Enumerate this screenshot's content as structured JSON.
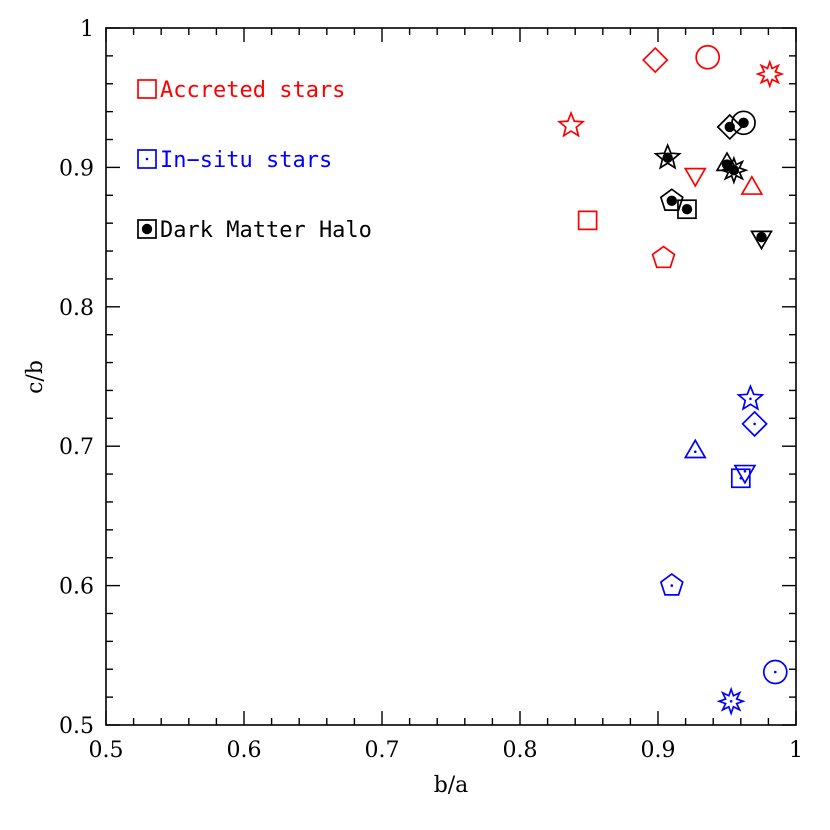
{
  "chart_data": {
    "type": "scatter",
    "title": "",
    "xlabel": "b/a",
    "ylabel": "c/b",
    "xlim": [
      0.5,
      1.0
    ],
    "ylim": [
      0.5,
      1.0
    ],
    "x_ticks": [
      "0.5",
      "0.6",
      "0.7",
      "0.8",
      "0.9",
      "1"
    ],
    "y_ticks": [
      "0.5",
      "0.6",
      "0.7",
      "0.8",
      "0.9",
      "1"
    ],
    "grid": false,
    "legend_position": "top-left",
    "legend": [
      {
        "label": "Accreted stars",
        "color": "#ff0000",
        "marker": "square"
      },
      {
        "label": "In−situ stars",
        "color": "#0000ff",
        "marker": "square-dot"
      },
      {
        "label": "Dark Matter Halo",
        "color": "#000000",
        "marker": "square-filled-dot"
      }
    ],
    "series": [
      {
        "name": "Accreted stars",
        "color": "#ff0000",
        "style": "open",
        "points": [
          {
            "x": 0.898,
            "y": 0.977,
            "marker": "diamond"
          },
          {
            "x": 0.936,
            "y": 0.979,
            "marker": "circle"
          },
          {
            "x": 0.981,
            "y": 0.967,
            "marker": "starburst"
          },
          {
            "x": 0.837,
            "y": 0.93,
            "marker": "star"
          },
          {
            "x": 0.927,
            "y": 0.895,
            "marker": "triangle-down"
          },
          {
            "x": 0.968,
            "y": 0.885,
            "marker": "triangle-up"
          },
          {
            "x": 0.849,
            "y": 0.862,
            "marker": "square"
          },
          {
            "x": 0.904,
            "y": 0.835,
            "marker": "pentagon"
          }
        ]
      },
      {
        "name": "In−situ stars",
        "color": "#0000ff",
        "style": "dot",
        "points": [
          {
            "x": 0.967,
            "y": 0.734,
            "marker": "star"
          },
          {
            "x": 0.97,
            "y": 0.716,
            "marker": "diamond"
          },
          {
            "x": 0.927,
            "y": 0.696,
            "marker": "triangle-up"
          },
          {
            "x": 0.963,
            "y": 0.682,
            "marker": "triangle-down"
          },
          {
            "x": 0.96,
            "y": 0.677,
            "marker": "square"
          },
          {
            "x": 0.91,
            "y": 0.6,
            "marker": "pentagon"
          },
          {
            "x": 0.985,
            "y": 0.538,
            "marker": "circle"
          },
          {
            "x": 0.953,
            "y": 0.517,
            "marker": "starburst"
          }
        ]
      },
      {
        "name": "Dark Matter Halo",
        "color": "#000000",
        "style": "filled-dot",
        "points": [
          {
            "x": 0.952,
            "y": 0.929,
            "marker": "diamond"
          },
          {
            "x": 0.962,
            "y": 0.932,
            "marker": "circle"
          },
          {
            "x": 0.907,
            "y": 0.907,
            "marker": "star"
          },
          {
            "x": 0.95,
            "y": 0.902,
            "marker": "triangle-up"
          },
          {
            "x": 0.955,
            "y": 0.898,
            "marker": "starburst"
          },
          {
            "x": 0.91,
            "y": 0.876,
            "marker": "pentagon"
          },
          {
            "x": 0.921,
            "y": 0.87,
            "marker": "square"
          },
          {
            "x": 0.975,
            "y": 0.85,
            "marker": "triangle-down"
          }
        ]
      }
    ]
  }
}
